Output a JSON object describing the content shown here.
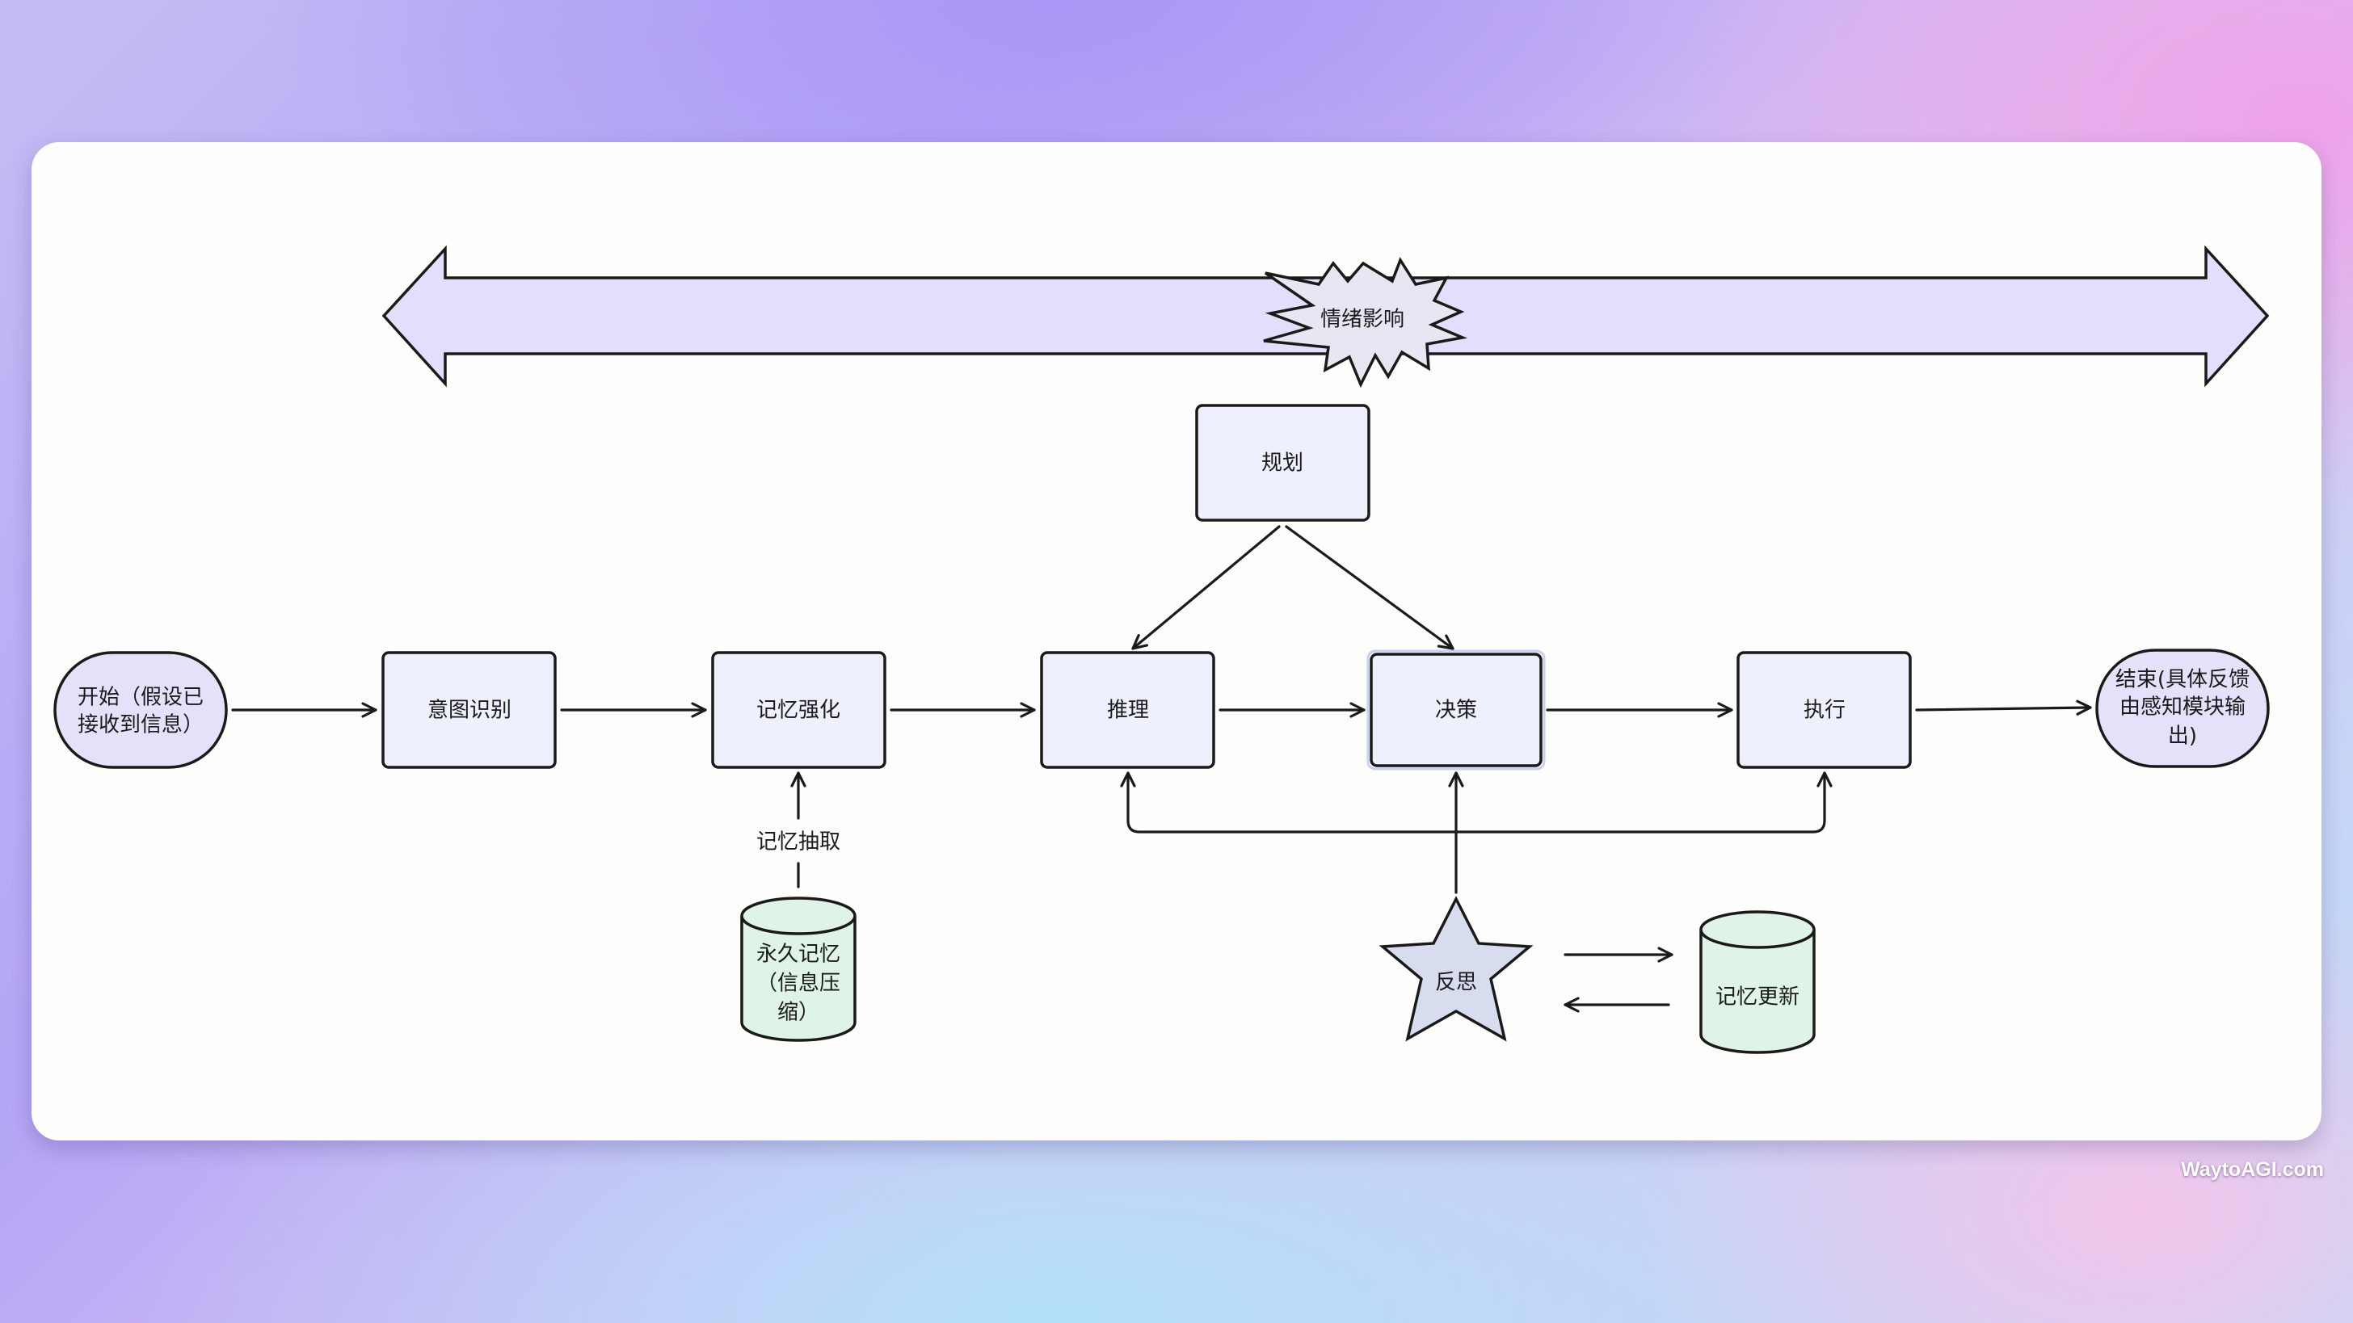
{
  "nodes": {
    "emotion": "情绪影响",
    "planning": "规划",
    "start": [
      "开始（假设已",
      "接收到信息）"
    ],
    "intent": "意图识别",
    "memory_enhance": "记忆强化",
    "reasoning": "推理",
    "decision": "决策",
    "execution": "执行",
    "end": [
      "结束(具体反馈",
      "由感知模块输",
      "出)"
    ],
    "memory_extract": "记忆抽取",
    "permanent_memory": [
      "永久记忆",
      "（信息压",
      "缩）"
    ],
    "reflection": "反思",
    "memory_update": "记忆更新"
  },
  "watermark": "WaytoAGI.com",
  "colors": {
    "card": "#fdfdfb",
    "box_fill": "#eef1fd",
    "emotion_arrow_fill": "#e2defb",
    "terminal_fill": "#e6e1fa",
    "cylinder_fill": "#dff3e6",
    "star_fill": "#d8dcef",
    "stroke": "#1a1a1a"
  }
}
